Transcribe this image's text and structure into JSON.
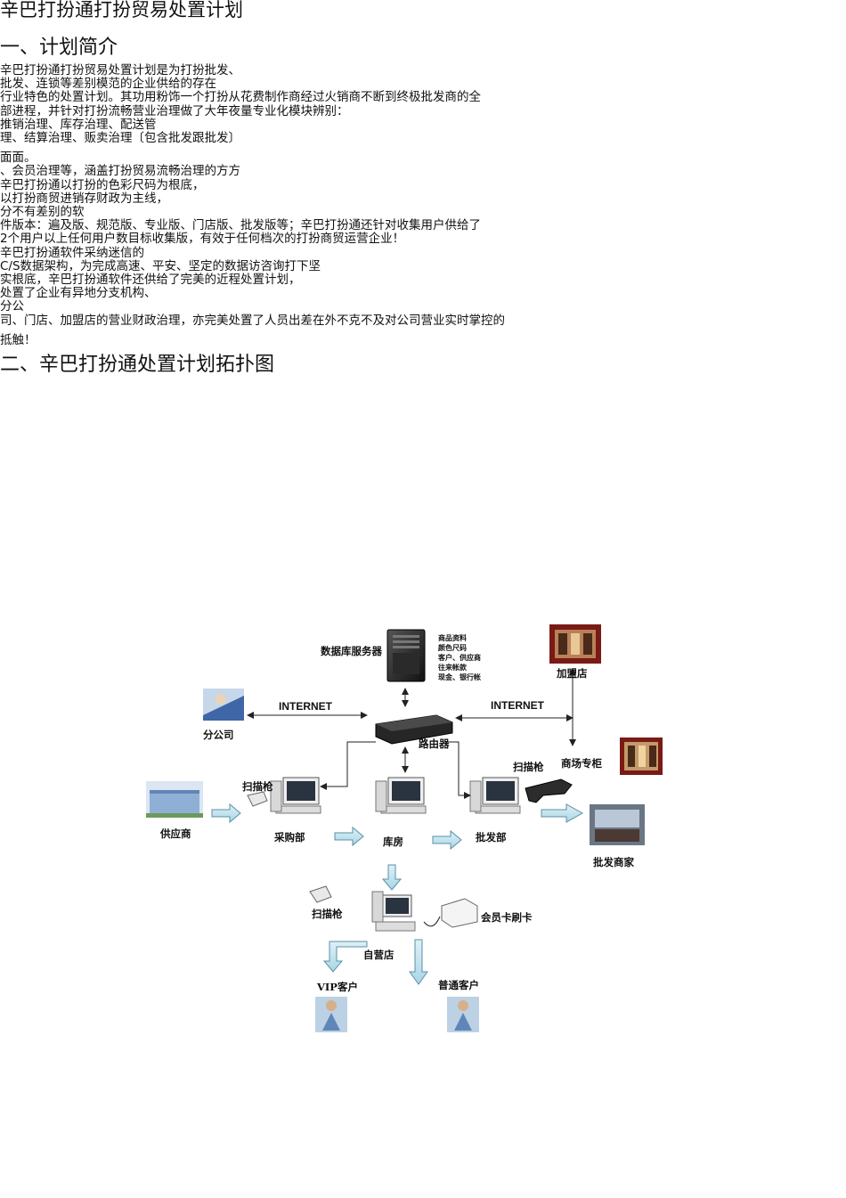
{
  "title": "辛巴打扮通打扮贸易处置计划",
  "section1": {
    "heading": "一、计划简介",
    "lines": [
      "辛巴打扮通打扮贸易处置计划是为打扮批发、",
      "批发、连锁等差别模范的企业供给的存在",
      "行业特色的处置计划。其功用粉饰一个打扮从花费制作商经过火销商不断到终极批发商的全",
      "部进程，并针对打扮流畅营业治理做了大年夜量专业化模块辨别：",
      "推销治理、库存治理、配送管",
      "理、结算治理、贩卖治理〔包含批发跟批发〕",
      "面面。",
      "、会员治理等，涵盖打扮贸易流畅治理的方方",
      "辛巴打扮通以打扮的色彩尺码为根底，",
      "以打扮商贸进销存财政为主线，",
      "分不有差别的软",
      "件版本：遍及版、规范版、专业版、门店版、批发版等；辛巴打扮通还针对收集用户供给了",
      "2个用户以上任何用户数目标收集版，有效于任何档次的打扮商贸运营企业！",
      "辛巴打扮通软件采纳迷信的",
      "C/S数据架构，为完成高速、平安、坚定的数据访咨询打下坚",
      "实根底，辛巴打扮通软件还供给了完美的近程处置计划，",
      "处置了企业有异地分支机构、",
      "分公",
      "司、门店、加盟店的营业财政治理，亦完美处置了人员出差在外不克不及对公司营业实时掌控的",
      "抵触！"
    ]
  },
  "section2": {
    "heading": "二、辛巴打扮通处置计划拓扑图"
  },
  "diagram": {
    "db_server": "数据库服务器",
    "db_notes": [
      "商品资料",
      "颜色尺码",
      "客户、供应商",
      "往来帐款",
      "现金、银行帐"
    ],
    "franchise": "加盟店",
    "internet_left": "INTERNET",
    "internet_right": "INTERNET",
    "branch": "分公司",
    "router": "路由器",
    "scanner_left": "扫描枪",
    "scanner_right": "扫描枪",
    "counter": "商场专柜",
    "supplier": "供应商",
    "purchasing": "采购部",
    "warehouse": "库房",
    "wholesale_dept": "批发部",
    "wholesaler": "批发商家",
    "scanner_bottom": "扫描枪",
    "member_card": "会员卡刷卡",
    "own_store": "自营店",
    "vip": "VIP客户",
    "regular": "普通客户"
  }
}
